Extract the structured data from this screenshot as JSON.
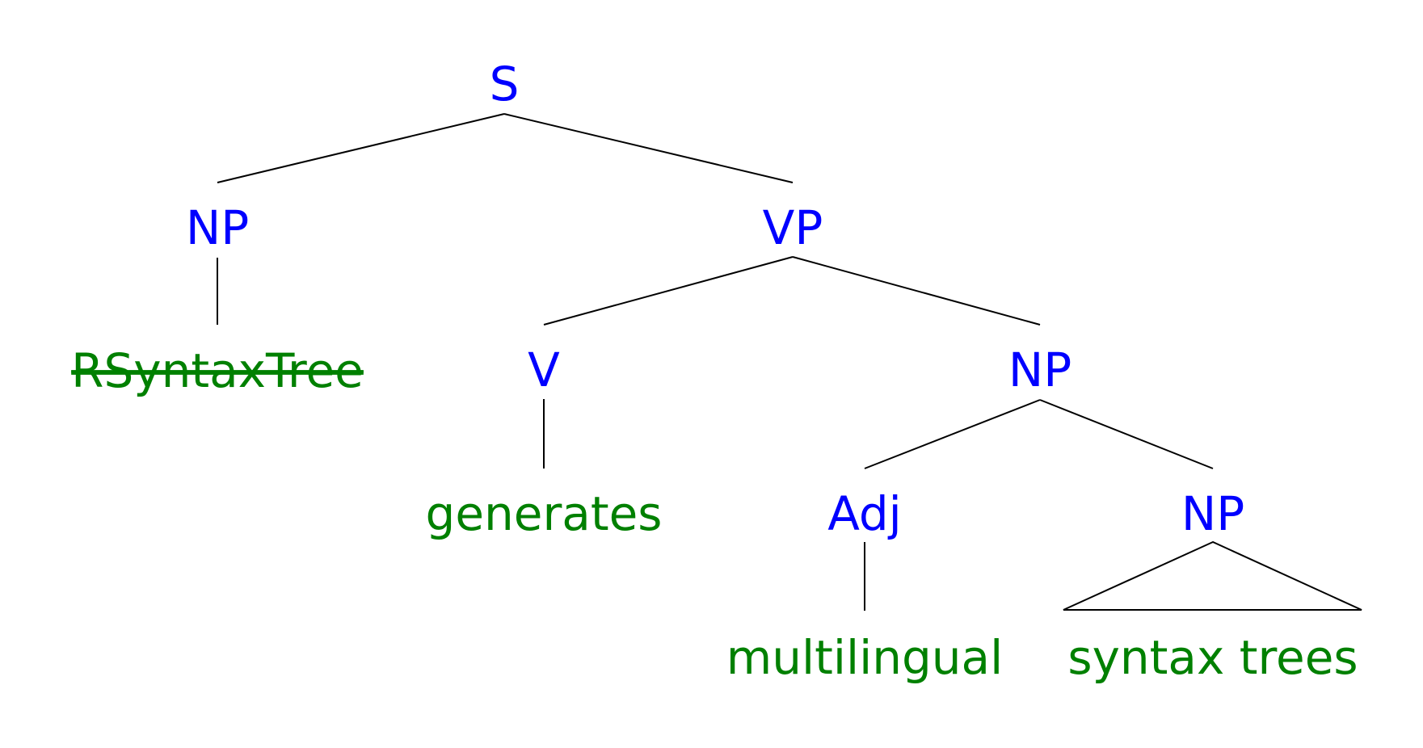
{
  "colors": {
    "category": "#0000ff",
    "word": "#008000",
    "edge": "#000000",
    "background": "#ffffff"
  },
  "tree": {
    "root": "S",
    "np_subject": "NP",
    "vp": "VP",
    "word_subject": "RSyntaxTree",
    "word_subject_style": "strikethrough",
    "verb": "V",
    "word_verb": "generates",
    "np_object": "NP",
    "adj": "Adj",
    "word_adj": "multilingual",
    "np_inner": "NP",
    "word_inner": "syntax trees",
    "word_inner_style": "triangle"
  }
}
